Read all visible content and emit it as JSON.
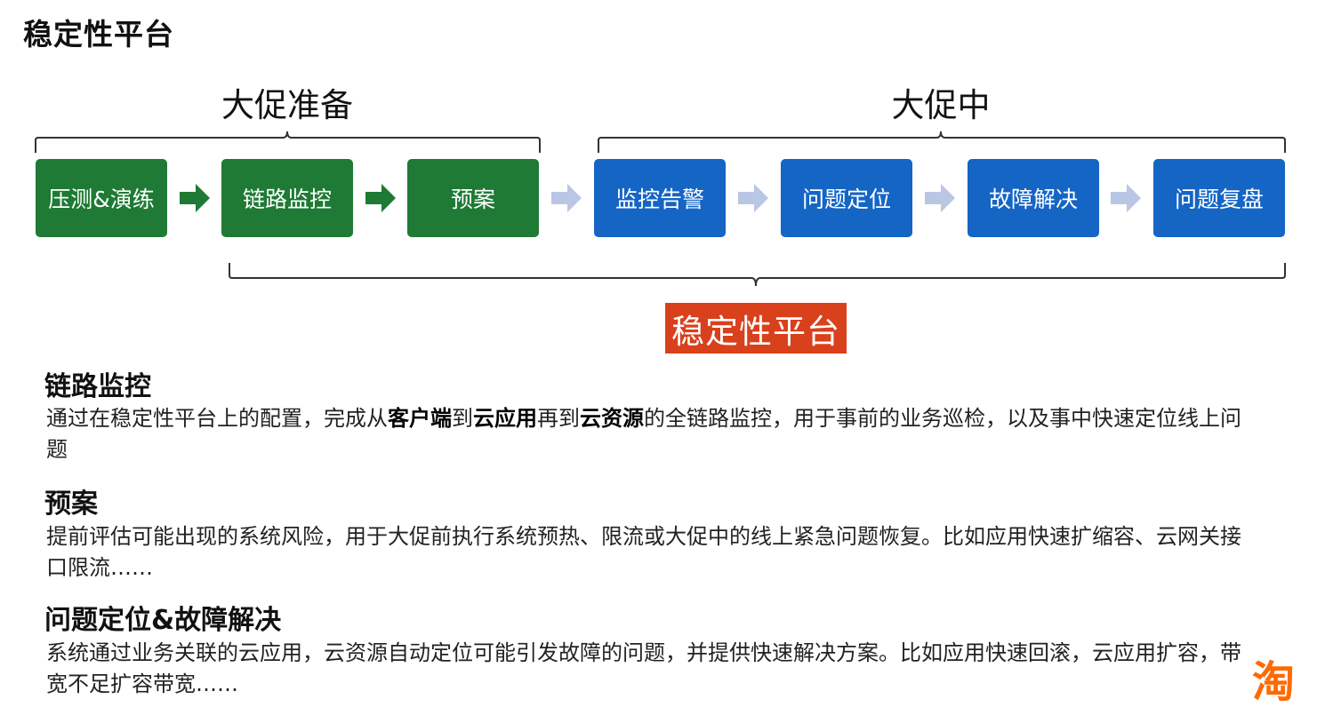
{
  "page_title": "稳定性平台",
  "phases": {
    "prep": "大促准备",
    "during": "大促中"
  },
  "steps": [
    {
      "label": "压测&演练",
      "color": "#1e7a34"
    },
    {
      "label": "链路监控",
      "color": "#1e7a34"
    },
    {
      "label": "预案",
      "color": "#1e7a34"
    },
    {
      "label": "监控告警",
      "color": "#1565c5"
    },
    {
      "label": "问题定位",
      "color": "#1565c5"
    },
    {
      "label": "故障解决",
      "color": "#1565c5"
    },
    {
      "label": "问题复盘",
      "color": "#1565c5"
    }
  ],
  "arrow_colors": {
    "prep": "#1e7a34",
    "during": "#b9c6e4"
  },
  "platform_label": "稳定性平台",
  "platform_color": "#d9401c",
  "sections": [
    {
      "heading": "链路监控",
      "body": {
        "p1": "通过在稳定性平台上的配置，完成从",
        "b1": "客户端",
        "p2": "到",
        "b2": "云应用",
        "p3": "再到",
        "b3": "云资源",
        "p4": "的全链路监控，用于事前的业务巡检，以及事中快速定位线上问题"
      }
    },
    {
      "heading": "预案",
      "body": "提前评估可能出现的系统风险，用于大促前执行系统预热、限流或大促中的线上紧急问题恢复。比如应用快速扩缩容、云网关接口限流……"
    },
    {
      "heading": "问题定位&故障解决",
      "body": "系统通过业务关联的云应用，云资源自动定位可能引发故障的问题，并提供快速解决方案。比如应用快速回滚，云应用扩容，带宽不足扩容带宽……"
    }
  ],
  "logo": "淘",
  "logo_color": "#ff6a00"
}
